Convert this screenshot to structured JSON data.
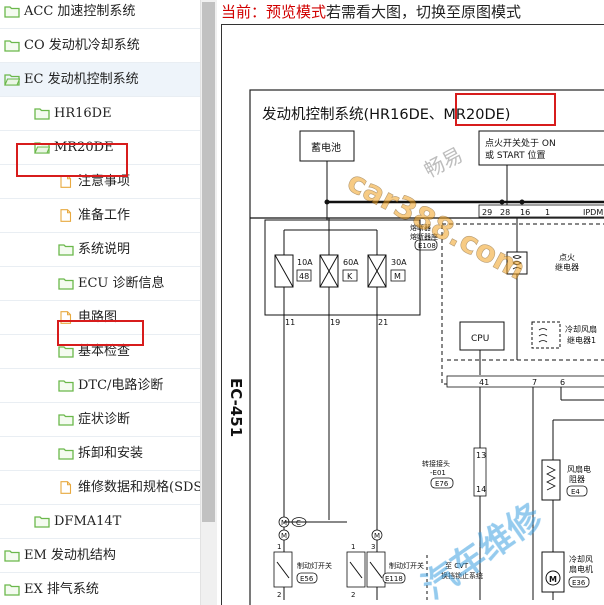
{
  "tree": {
    "items": [
      {
        "label": "ACC 加速控制系统",
        "icon": "folder-icon",
        "level": 0
      },
      {
        "label": "CO 发动机冷却系统",
        "icon": "folder-icon",
        "level": 0
      },
      {
        "label": "EC 发动机控制系统",
        "icon": "folder-open-icon",
        "level": 0
      },
      {
        "label": "HR16DE",
        "icon": "folder-icon",
        "level": 1
      },
      {
        "label": "MR20DE",
        "icon": "folder-open-icon",
        "level": 1
      },
      {
        "label": "注意事项",
        "icon": "page-icon",
        "level": 2
      },
      {
        "label": "准备工作",
        "icon": "page-icon",
        "level": 2
      },
      {
        "label": "系统说明",
        "icon": "folder-icon",
        "level": 2
      },
      {
        "label": "ECU 诊断信息",
        "icon": "folder-icon",
        "level": 2
      },
      {
        "label": "电路图",
        "icon": "page-icon",
        "level": 2
      },
      {
        "label": "基本检查",
        "icon": "folder-icon",
        "level": 2
      },
      {
        "label": "DTC/电路诊断",
        "icon": "folder-icon",
        "level": 2
      },
      {
        "label": "症状诊断",
        "icon": "folder-icon",
        "level": 2
      },
      {
        "label": "拆卸和安装",
        "icon": "folder-icon",
        "level": 2
      },
      {
        "label": "维修数据和规格(SDS)",
        "icon": "page-icon",
        "level": 2
      },
      {
        "label": "DFMA14T",
        "icon": "folder-icon",
        "level": 1
      },
      {
        "label": "EM 发动机结构",
        "icon": "folder-icon",
        "level": 0
      },
      {
        "label": "EX 排气系统",
        "icon": "folder-icon",
        "level": 0
      }
    ]
  },
  "mode_bar": {
    "current_prefix": "当前：",
    "current_mode": "预览模式",
    "hint": "若需看大图，切换至原图模式"
  },
  "diagram": {
    "page_code": "EC-451",
    "title": "发动机控制系统(HR16DE、MR20DE)",
    "battery": "蓄电池",
    "ignition_switch_line1": "点火开关处于 ON",
    "ignition_switch_line2": "或 START 位置",
    "pins_top": [
      "29",
      "28",
      "16",
      "1"
    ],
    "ipdm": "IPDM",
    "fusible_link_line1": "熔断器",
    "fusible_link_line2": "熔断器座",
    "fusible_link_connector": "E108",
    "fuses": [
      {
        "rating": "10A",
        "code": "48"
      },
      {
        "rating": "60A",
        "code": "K"
      },
      {
        "rating": "30A",
        "code": "M"
      }
    ],
    "pins_fuse": [
      "11",
      "19",
      "21"
    ],
    "ignition_relay_line1": "点火",
    "ignition_relay_line2": "继电器",
    "cpu": "CPU",
    "fan_relay_line1": "冷却风扇",
    "fan_relay_line2": "继电器1",
    "pins_mid": [
      "41",
      "7",
      "6"
    ],
    "joint_label_line1": "转接接头",
    "joint_label_line2": "-E01",
    "joint_connector": "E76",
    "joint_pins": [
      "13",
      "14"
    ],
    "fan_resistor_line1": "风扇电",
    "fan_resistor_line2": "阻器",
    "fan_resistor_connector": "E4",
    "fan_motor_line1": "冷却风",
    "fan_motor_line2": "扇电机",
    "fan_motor_connector": "E36",
    "headlamp_switch_a": "制动灯开关",
    "headlamp_switch_a_conn": "E56",
    "headlamp_switch_b": "制动灯开关",
    "headlamp_switch_b_conn": "E118",
    "cvt_line1": "至 CVT",
    "cvt_line2": "换挡锁止系统",
    "node_c": "C",
    "node_m": "M",
    "pins_bottom": [
      "1",
      "2",
      "1",
      "2",
      "3"
    ]
  },
  "watermark": {
    "text1": "car388.com",
    "text2": "畅易",
    "text3": "汽车维修"
  },
  "colors": {
    "highlight": "#d71c1c",
    "mode_red": "#d10000",
    "folder_green": "#6bb84b",
    "page_orange": "#e8a940",
    "watermark_orange": "#f0a020",
    "watermark_blue": "#3fa0e0"
  }
}
